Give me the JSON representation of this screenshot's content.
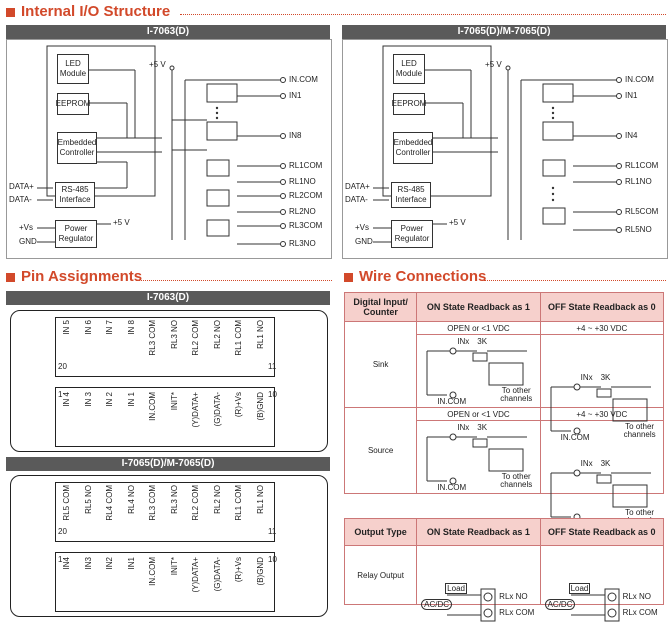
{
  "sections": {
    "io": "Internal I/O Structure",
    "pins": "Pin Assignments",
    "wire": "Wire Connections"
  },
  "io_left": {
    "bar": "I-7063(D)",
    "blocks": {
      "led": "LED Module",
      "eeprom": "EEPROM",
      "ctrl": "Embedded Controller",
      "rs485": "RS-485 Interface",
      "power": "Power Regulator"
    },
    "supply": "+5 V",
    "supply2": "+5 V",
    "data_plus": "DATA+",
    "data_minus": "DATA-",
    "vs": "+Vs",
    "gnd": "GND",
    "terms": [
      "IN.COM",
      "IN1",
      "IN8",
      "RL1COM",
      "RL1NO",
      "RL2COM",
      "RL2NO",
      "RL3COM",
      "RL3NO"
    ]
  },
  "io_right": {
    "bar": "I-7065(D)/M-7065(D)",
    "blocks": {
      "led": "LED Module",
      "eeprom": "EEPROM",
      "ctrl": "Embedded Controller",
      "rs485": "RS-485 Interface",
      "power": "Power Regulator"
    },
    "supply": "+5 V",
    "supply2": "+5 V",
    "data_plus": "DATA+",
    "data_minus": "DATA-",
    "vs": "+Vs",
    "gnd": "GND",
    "terms": [
      "IN.COM",
      "IN1",
      "IN4",
      "RL1COM",
      "RL1NO",
      "RL5COM",
      "RL5NO"
    ]
  },
  "pin_7063": {
    "bar": "I-7063(D)",
    "top": [
      "IN 5",
      "IN 6",
      "IN 7",
      "IN 8",
      "RL3 COM",
      "RL3 NO",
      "RL2 COM",
      "RL2 NO",
      "RL1 COM",
      "RL1 NO"
    ],
    "bottom": [
      "IN 4",
      "IN 3",
      "IN 2",
      "IN 1",
      "IN.COM",
      "INIT*",
      "(Y)DATA+",
      "(G)DATA-",
      "(R)+Vs",
      "(B)GND"
    ],
    "n20": "20",
    "n11": "11",
    "n1": "1",
    "n10": "10"
  },
  "pin_7065": {
    "bar": "I-7065(D)/M-7065(D)",
    "top": [
      "RL5 COM",
      "RL5 NO",
      "RL4 COM",
      "RL4 NO",
      "RL3 COM",
      "RL3 NO",
      "RL2 COM",
      "RL2 NO",
      "RL1 COM",
      "RL1 NO"
    ],
    "bottom": [
      "IN4",
      "IN3",
      "IN2",
      "IN1",
      "IN.COM",
      "INIT*",
      "(Y)DATA+",
      "(G)DATA-",
      "(R)+Vs",
      "(B)GND"
    ],
    "n20": "20",
    "n11": "11",
    "n1": "1",
    "n10": "10"
  },
  "wire_table1": {
    "h0": "Digital Input/ Counter",
    "h1": "ON State Readback as 1",
    "h2": "OFF State Readback as 0",
    "cond_on": "OPEN or <1 VDC",
    "cond_off": "+4 ~ +30 VDC",
    "sink": "Sink",
    "source": "Source",
    "inx": "INx",
    "r": "3K",
    "incom": "IN.COM",
    "other": "To other channels"
  },
  "wire_table2": {
    "h0": "Output Type",
    "h1": "ON State Readback as 1",
    "h2": "OFF State Readback as 0",
    "row": "Relay Output",
    "load": "Load",
    "acdc": "AC/DC",
    "no": "RLx NO",
    "com": "RLx COM"
  }
}
